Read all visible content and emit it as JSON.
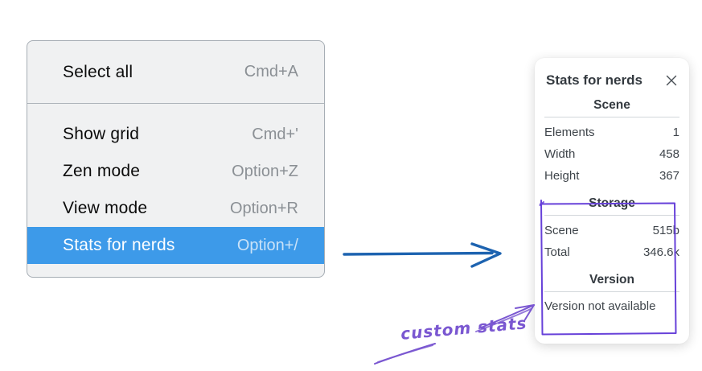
{
  "colors": {
    "menu-highlight": "#3d9ae9",
    "arrow-blue": "#1d63b0",
    "accent-violet": "#6741d9",
    "annotation-violet": "#7a57d1"
  },
  "context_menu": {
    "items": [
      {
        "label": "Select all",
        "shortcut": "Cmd+A",
        "selected": false
      },
      {
        "label": "Show grid",
        "shortcut": "Cmd+'",
        "selected": false
      },
      {
        "label": "Zen mode",
        "shortcut": "Option+Z",
        "selected": false
      },
      {
        "label": "View mode",
        "shortcut": "Option+R",
        "selected": false
      },
      {
        "label": "Stats for nerds",
        "shortcut": "Option+/",
        "selected": true
      }
    ]
  },
  "stats_panel": {
    "title": "Stats for nerds",
    "sections": [
      {
        "title": "Scene",
        "rows": [
          {
            "label": "Elements",
            "value": "1"
          },
          {
            "label": "Width",
            "value": "458"
          },
          {
            "label": "Height",
            "value": "367"
          }
        ]
      },
      {
        "title": "Storage",
        "rows": [
          {
            "label": "Scene",
            "value": "515b"
          },
          {
            "label": "Total",
            "value": "346.6k"
          }
        ]
      },
      {
        "title": "Version",
        "note": "Version not available"
      }
    ]
  },
  "annotation": {
    "label": "custom stats"
  }
}
